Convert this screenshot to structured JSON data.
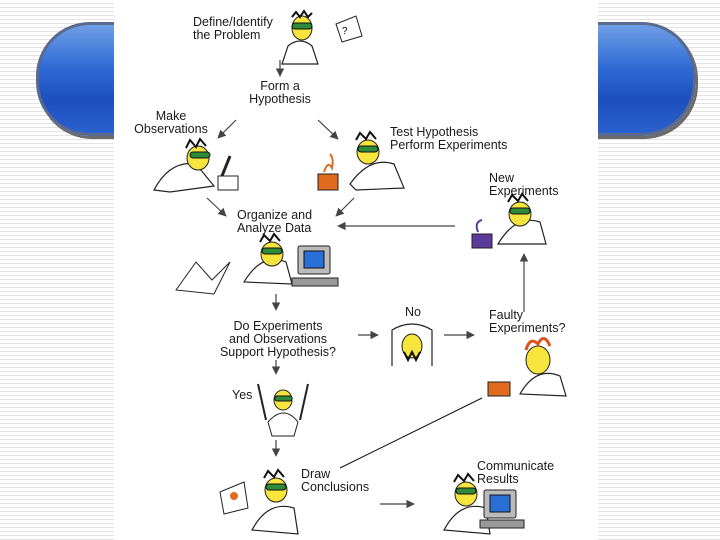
{
  "steps": {
    "define": [
      "Define/Identify",
      "the Problem"
    ],
    "hypothesis": [
      "Form a",
      "Hypothesis"
    ],
    "observe": [
      "Make",
      "Observations"
    ],
    "test": [
      "Test Hypothesis",
      "Perform Experiments"
    ],
    "organize": [
      "Organize and",
      "Analyze Data"
    ],
    "new_exp": [
      "New",
      "Experiments"
    ],
    "support": [
      "Do Experiments",
      "and Observations",
      "Support Hypothesis?"
    ],
    "no": "No",
    "faulty": [
      "Faulty",
      "Experiments?"
    ],
    "yes": "Yes",
    "conclude": [
      "Draw",
      "Conclusions"
    ],
    "communicate": [
      "Communicate",
      "Results"
    ]
  },
  "colors": {
    "pill_blue": "#2f6ad4",
    "skin_yellow": "#f7e43c",
    "goggles_green": "#2e8b3c",
    "arrow": "#444444"
  }
}
